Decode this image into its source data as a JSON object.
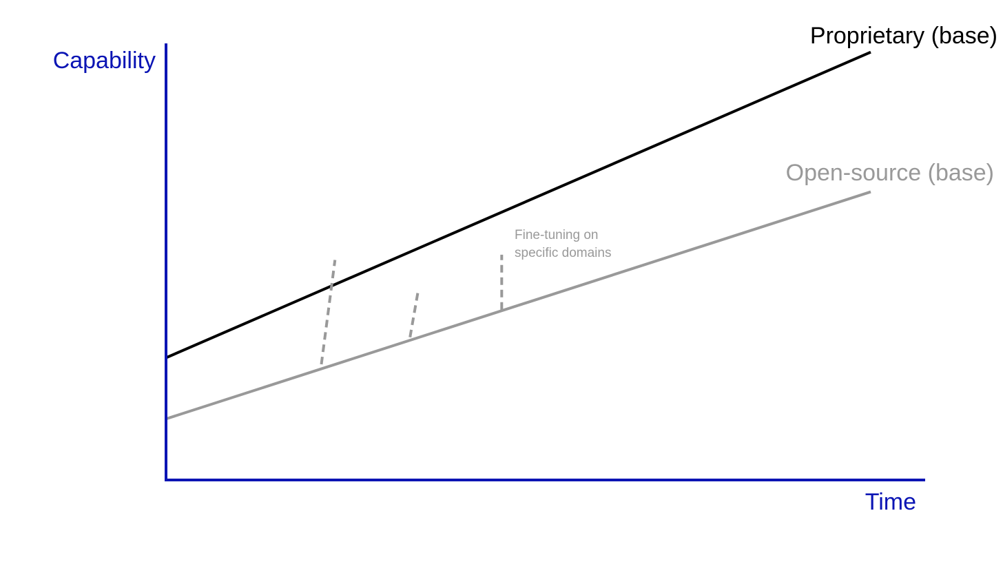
{
  "chart_data": {
    "type": "line",
    "title": "",
    "xlabel": "Time",
    "ylabel": "Capability",
    "xlim": [
      0,
      100
    ],
    "ylim": [
      0,
      100
    ],
    "grid": false,
    "legend": "none",
    "axis_color": "#0a14b4",
    "series": [
      {
        "name": "Proprietary (base)",
        "color": "#000000",
        "x": [
          0,
          93
        ],
        "y": [
          28,
          98
        ]
      },
      {
        "name": "Open-source (base)",
        "color": "#999999",
        "x": [
          0,
          93
        ],
        "y": [
          14,
          66
        ]
      }
    ],
    "fine_tuning_markers": [
      {
        "from": [
          20.5,
          26.5
        ],
        "to": [
          22.3,
          50.4
        ]
      },
      {
        "from": [
          32.2,
          32.7
        ],
        "to": [
          33.3,
          43.6
        ]
      },
      {
        "from": [
          44.3,
          39.0
        ],
        "to": [
          44.3,
          51.6
        ]
      }
    ],
    "annotation": {
      "lines": [
        "Fine-tuning on",
        "specific domains"
      ],
      "color": "#999999"
    }
  }
}
